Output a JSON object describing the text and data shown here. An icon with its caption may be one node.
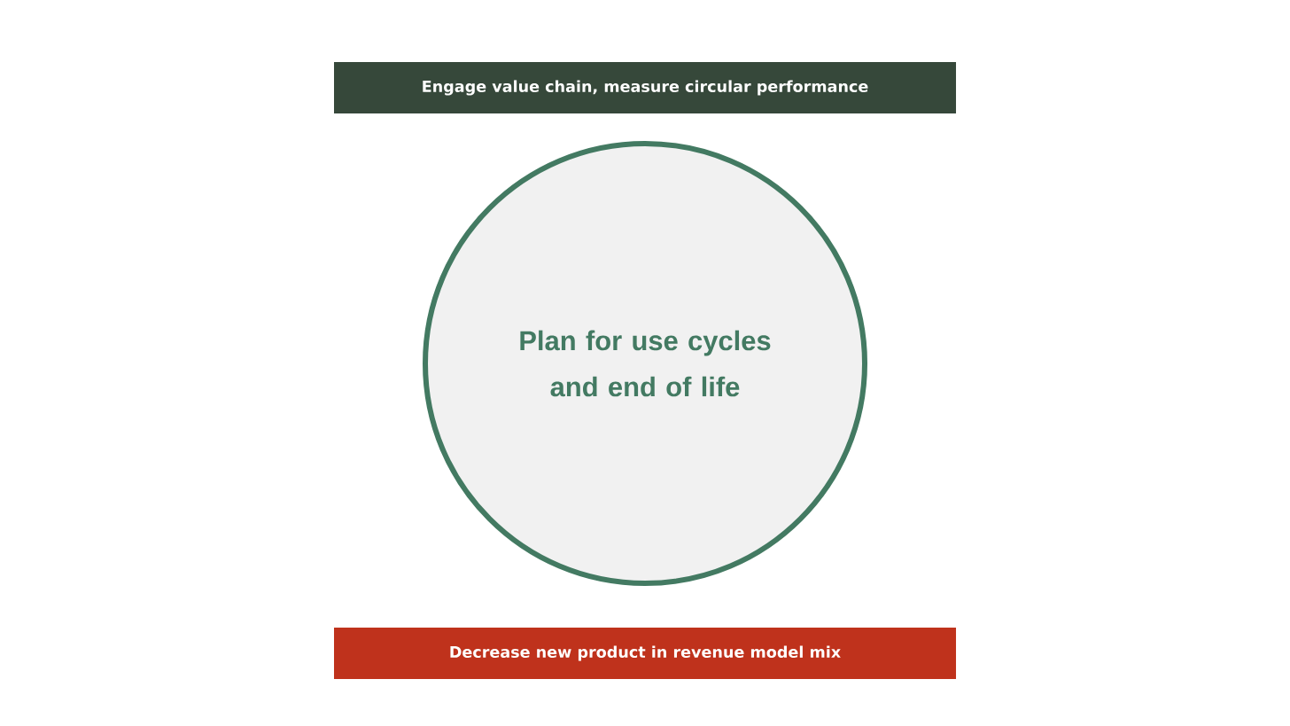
{
  "diagram": {
    "nodes": [
      {
        "text": [
          "Engage value chain, measure circular performance"
        ]
      },
      {
        "text": [
          "Plan for use cycles and end of life"
        ]
      },
      {
        "text": [
          "Decrease new product in revenue model mix"
        ]
      }
    ]
  }
}
